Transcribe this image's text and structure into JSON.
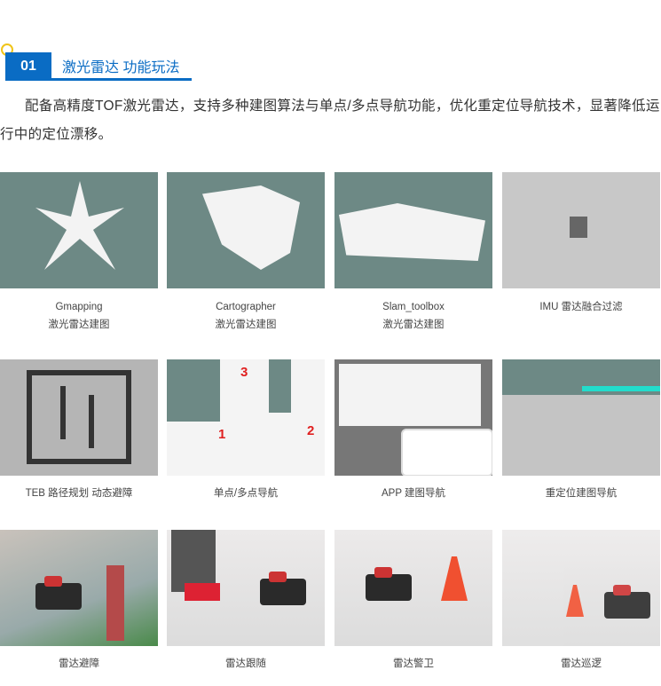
{
  "header": {
    "number": "01",
    "title": "激光雷达 功能玩法"
  },
  "description": "配备高精度TOF激光雷达，支持多种建图算法与单点/多点导航功能，优化重定位导航技术，显著降低运行中的定位漂移。",
  "features": [
    {
      "line1": "Gmapping",
      "line2": "激光雷达建图"
    },
    {
      "line1": "Cartographer",
      "line2": "激光雷达建图"
    },
    {
      "line1": "Slam_toolbox",
      "line2": "激光雷达建图"
    },
    {
      "line1": "IMU 雷达融合过滤",
      "line2": ""
    },
    {
      "line1": "TEB 路径规划 动态避障"
    },
    {
      "line1": "单点/多点导航",
      "markers": [
        "1",
        "2",
        "3"
      ]
    },
    {
      "line1": "APP 建图导航"
    },
    {
      "line1": "重定位建图导航"
    },
    {
      "line1": "雷达避障"
    },
    {
      "line1": "雷达跟随"
    },
    {
      "line1": "雷达警卫"
    },
    {
      "line1": "雷达巡逻"
    }
  ]
}
